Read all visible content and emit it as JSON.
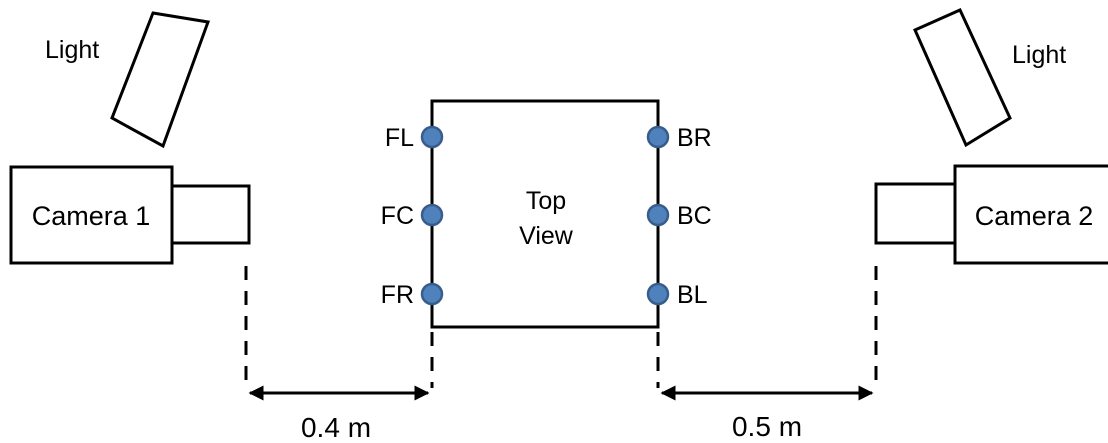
{
  "left_light": {
    "label": "Light"
  },
  "right_light": {
    "label": "Light"
  },
  "camera_1": {
    "label": "Camera 1"
  },
  "camera_2": {
    "label": "Camera 2"
  },
  "top_view": {
    "label_line1": "Top",
    "label_line2": "View"
  },
  "left_markers": [
    "FL",
    "FC",
    "FR"
  ],
  "right_markers": [
    "BR",
    "BC",
    "BL"
  ],
  "left_distance": "0.4 m",
  "right_distance": "0.5 m",
  "colors": {
    "marker_fill": "#4f81bd",
    "marker_stroke": "#385d8a",
    "lines": "#000000"
  }
}
